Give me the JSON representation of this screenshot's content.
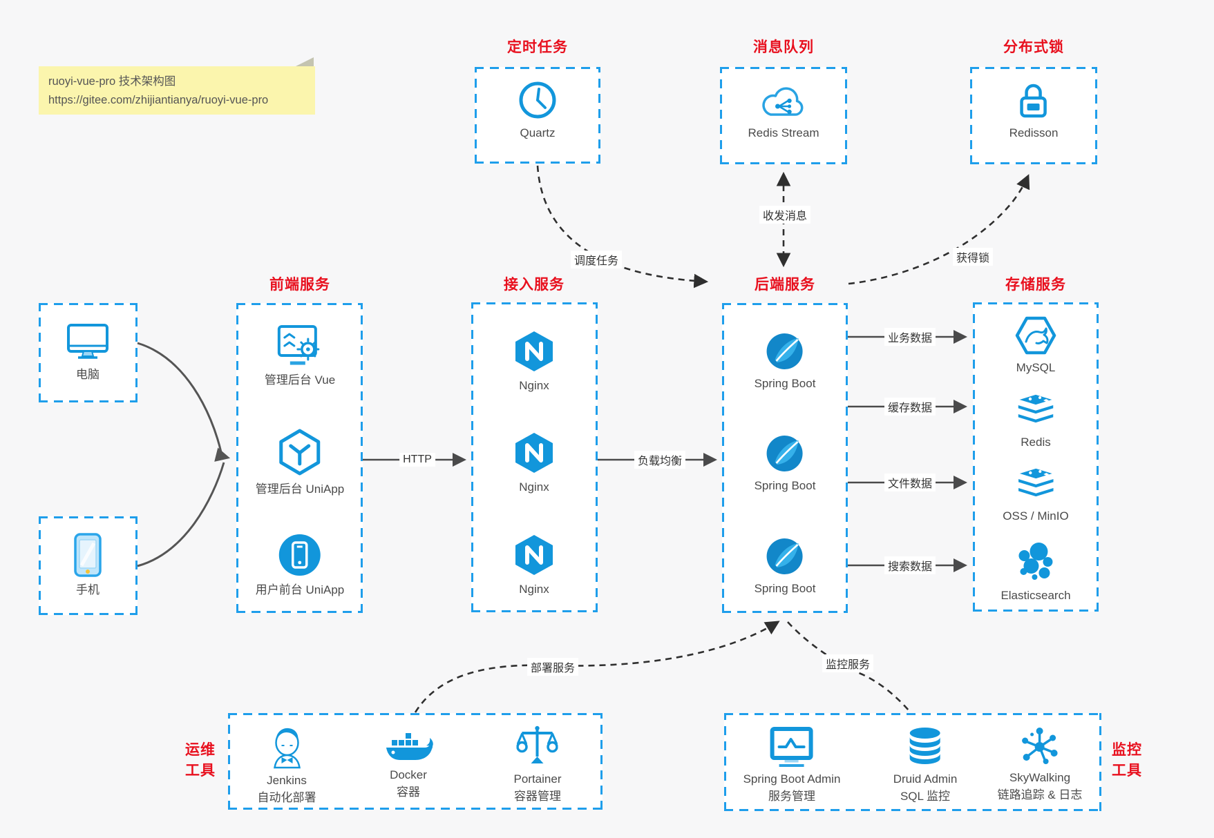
{
  "note": {
    "title": "ruoyi-vue-pro 技术架构图",
    "url": "https://gitee.com/zhijiantianya/ruoyi-vue-pro"
  },
  "colors": {
    "icon_blue": "#1296db",
    "border_blue": "#1e9eeb",
    "title_red": "#e8101e",
    "note_yellow": "#fbf5ad",
    "solid_line": "#4a4a4b",
    "dashed_line": "#2f2f2f",
    "canvas_bg": "#f7f7f8"
  },
  "groups": {
    "clients": {
      "items": [
        {
          "label": "电脑",
          "icon": "desktop-icon"
        },
        {
          "label": "手机",
          "icon": "phone-icon"
        }
      ]
    },
    "scheduler": {
      "title": "定时任务",
      "items": [
        {
          "label": "Quartz",
          "icon": "clock-icon"
        }
      ]
    },
    "mq": {
      "title": "消息队列",
      "items": [
        {
          "label": "Redis Stream",
          "icon": "cloud-stream-icon"
        }
      ]
    },
    "lock": {
      "title": "分布式锁",
      "items": [
        {
          "label": "Redisson",
          "icon": "padlock-icon"
        }
      ]
    },
    "frontend": {
      "title": "前端服务",
      "items": [
        {
          "label": "管理后台 Vue",
          "icon": "admin-vue-icon"
        },
        {
          "label": "管理后台 UniApp",
          "icon": "uniapp-icon"
        },
        {
          "label": "用户前台 UniApp",
          "icon": "mobile-app-icon"
        }
      ]
    },
    "gateway": {
      "title": "接入服务",
      "items": [
        {
          "label": "Nginx",
          "icon": "nginx-icon"
        },
        {
          "label": "Nginx",
          "icon": "nginx-icon"
        },
        {
          "label": "Nginx",
          "icon": "nginx-icon"
        }
      ]
    },
    "backend": {
      "title": "后端服务",
      "items": [
        {
          "label": "Spring Boot",
          "icon": "spring-icon"
        },
        {
          "label": "Spring Boot",
          "icon": "spring-icon"
        },
        {
          "label": "Spring Boot",
          "icon": "spring-icon"
        }
      ]
    },
    "storage": {
      "title": "存储服务",
      "items": [
        {
          "label": "MySQL",
          "icon": "mysql-icon"
        },
        {
          "label": "Redis",
          "icon": "redis-stack-icon"
        },
        {
          "label": "OSS / MinIO",
          "icon": "oss-stack-icon"
        },
        {
          "label": "Elasticsearch",
          "icon": "elasticsearch-icon"
        }
      ]
    },
    "ops": {
      "title_line1": "运维",
      "title_line2": "工具",
      "items": [
        {
          "label": "Jenkins",
          "sub": "自动化部署",
          "icon": "jenkins-icon"
        },
        {
          "label": "Docker",
          "sub": "容器",
          "icon": "docker-icon"
        },
        {
          "label": "Portainer",
          "sub": "容器管理",
          "icon": "portainer-icon"
        }
      ]
    },
    "monitoring": {
      "title_line1": "监控",
      "title_line2": "工具",
      "items": [
        {
          "label": "Spring Boot Admin",
          "sub": "服务管理",
          "icon": "monitor-chart-icon"
        },
        {
          "label": "Druid Admin",
          "sub": "SQL 监控",
          "icon": "database-icon"
        },
        {
          "label": "SkyWalking",
          "sub": "链路追踪 & 日志",
          "icon": "network-nodes-icon"
        }
      ]
    }
  },
  "edges": {
    "http": "HTTP",
    "load_balance": "负载均衡",
    "schedule": "调度任务",
    "send_receive": "收发消息",
    "acquire_lock": "获得锁",
    "business_data": "业务数据",
    "cache_data": "缓存数据",
    "file_data": "文件数据",
    "search_data": "搜索数据",
    "deploy": "部署服务",
    "monitor": "监控服务"
  }
}
